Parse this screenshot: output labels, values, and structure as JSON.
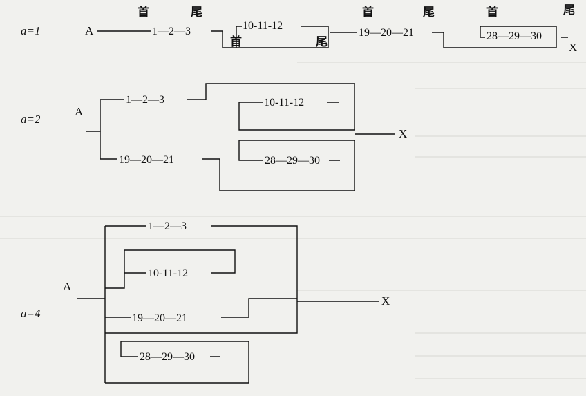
{
  "header_labels": {
    "head": "首",
    "tail": "尾"
  },
  "row1": {
    "label": "a=1",
    "start": "A",
    "end": "X",
    "groups": [
      "1—2—3",
      "10-11-12",
      "19—20—21",
      "28—29—30"
    ]
  },
  "row2": {
    "label": "a=2",
    "start": "A",
    "end": "X",
    "groups": [
      "1—2—3",
      "10-11-12",
      "19—20—21",
      "28—29—30"
    ]
  },
  "row3": {
    "label": "a=4",
    "start": "A",
    "end": "X",
    "groups": [
      "1—2—3",
      "10-11-12",
      "19—20—21",
      "28—29—30"
    ]
  },
  "colors": {
    "ink": "#111111",
    "paper": "#f1f1ee"
  }
}
